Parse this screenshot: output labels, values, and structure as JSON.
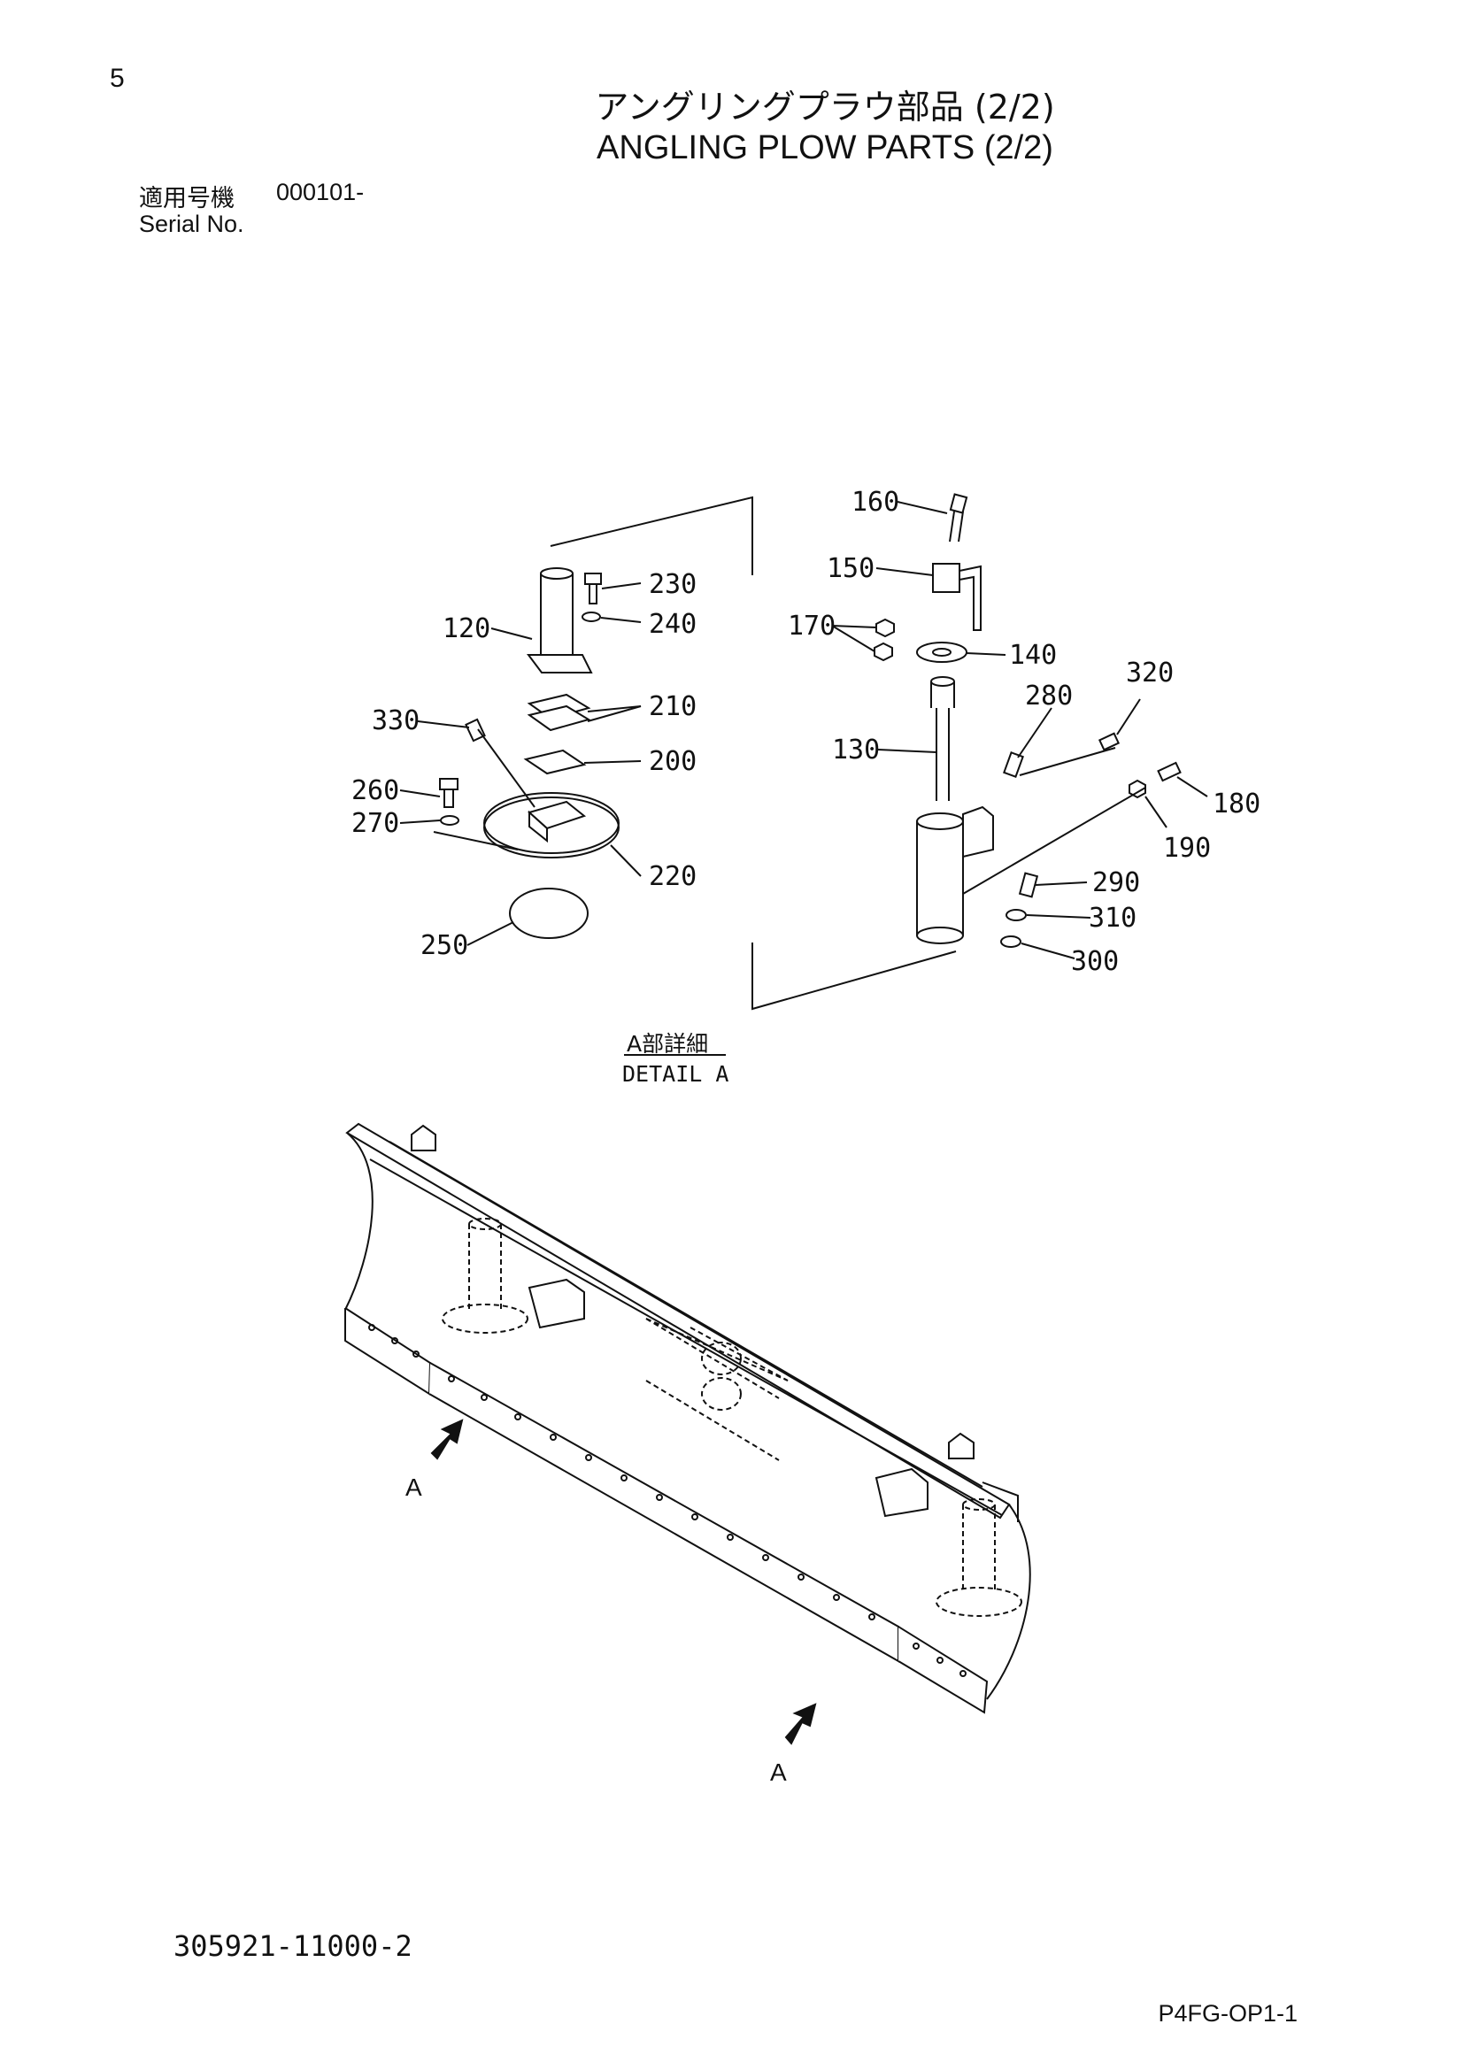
{
  "page_number": "5",
  "title_jp": "アングリングプラウ部品 (2/2)",
  "title_en": "ANGLING PLOW PARTS (2/2)",
  "serial": {
    "label_jp": "適用号機",
    "value": "000101-",
    "label_en": "Serial No."
  },
  "detail": {
    "label_jp": "A部詳細",
    "label_en": "DETAIL A"
  },
  "callouts": [
    "120",
    "230",
    "240",
    "330",
    "210",
    "200",
    "260",
    "270",
    "220",
    "250",
    "160",
    "150",
    "170",
    "140",
    "280",
    "320",
    "130",
    "180",
    "190",
    "290",
    "310",
    "300"
  ],
  "view_marker": "A",
  "drawing_number": "305921-11000-2",
  "footer_code": "P4FG-OP1-1"
}
